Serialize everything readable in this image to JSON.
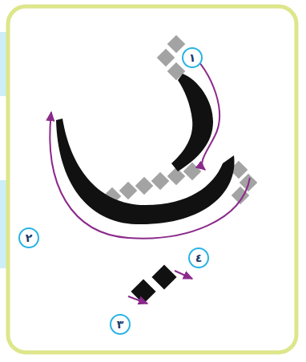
{
  "diagram": {
    "labels": [
      "١",
      "٢",
      "٣",
      "٤"
    ]
  }
}
